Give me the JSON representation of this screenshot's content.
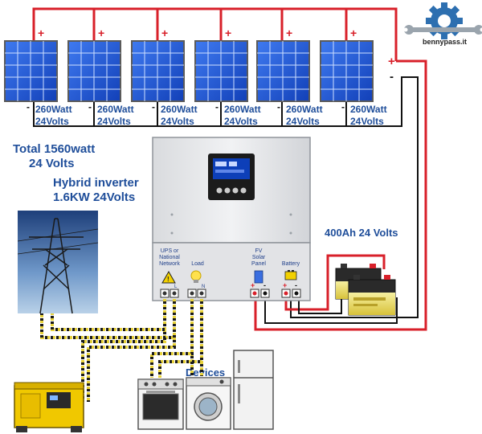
{
  "logo": {
    "text": "bennypass.it"
  },
  "panels": [
    {
      "watt": "260Watt",
      "volt": "24Volts"
    },
    {
      "watt": "260Watt",
      "volt": "24Volts"
    },
    {
      "watt": "260Watt",
      "volt": "24Volts"
    },
    {
      "watt": "260Watt",
      "volt": "24Volts"
    },
    {
      "watt": "260Watt",
      "volt": "24Volts"
    },
    {
      "watt": "260Watt",
      "volt": "24Volts"
    }
  ],
  "signs": {
    "plus": "+",
    "minus": "-"
  },
  "total": {
    "line1": "Total 1560watt",
    "line2": "24 Volts"
  },
  "inverter": {
    "line1": "Hybrid inverter",
    "line2": "1.6KW 24Volts",
    "ports": {
      "ups_line1": "UPS or",
      "ups_line2": "National",
      "ups_line3": "Network",
      "load": "Load",
      "pv_line1": "FV",
      "pv_line2": "Solar",
      "pv_line3": "Panel",
      "battery": "Battery",
      "l": "L",
      "n": "N"
    }
  },
  "battery": {
    "label": "400Ah 24 Volts"
  },
  "devices": {
    "label": "Devices"
  },
  "colors": {
    "wire_red": "#d8202a",
    "wire_black": "#111111",
    "wire_yellow": "#e8d23a",
    "panel_blue": "#1a52d4",
    "label_blue": "#1f4e9a",
    "inverter_body": "#e9eaec"
  }
}
